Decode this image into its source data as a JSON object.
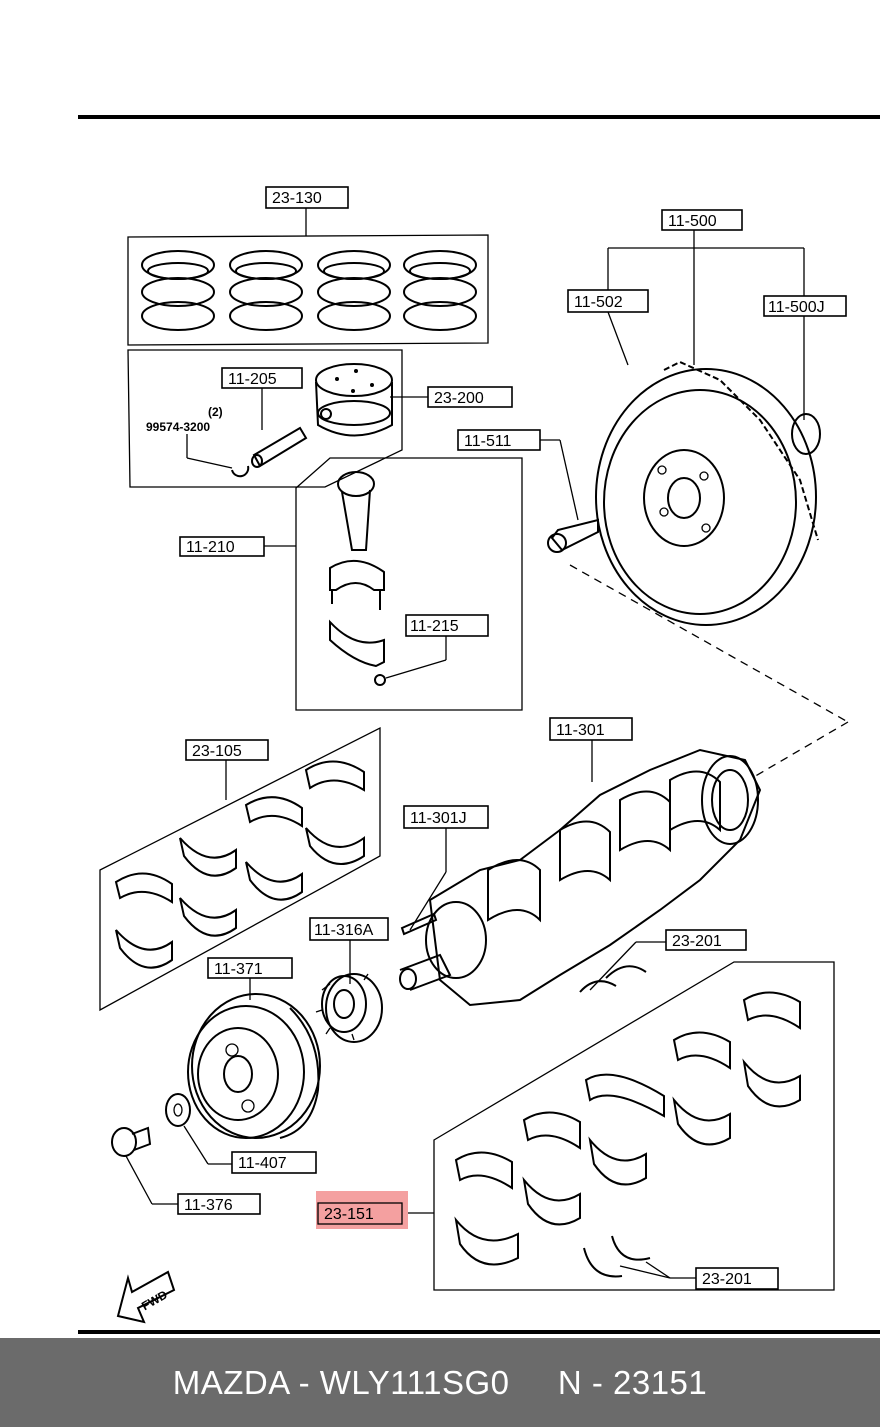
{
  "parts": {
    "p23130": "23-130",
    "p11500": "11-500",
    "p11502": "11-502",
    "p11500J": "11-500J",
    "p11205": "11-205",
    "p23200": "23-200",
    "qty": "(2)",
    "p99574": "99574-3200",
    "p11511": "11-511",
    "p11210": "11-210",
    "p11215": "11-215",
    "p23105": "23-105",
    "p11301": "11-301",
    "p11301J": "11-301J",
    "p11316A": "11-316A",
    "p23201a": "23-201",
    "p11371": "11-371",
    "p11407": "11-407",
    "p11376": "11-376",
    "p23151": "23-151",
    "p23201b": "23-201",
    "fwd": "FWD"
  },
  "highlight": {
    "part": "23-151",
    "color": "#f08080"
  },
  "footer": {
    "brand_part": "MAZDA - WLY111SG0",
    "ref": "N - 23151",
    "background": "#6b6b6b"
  }
}
